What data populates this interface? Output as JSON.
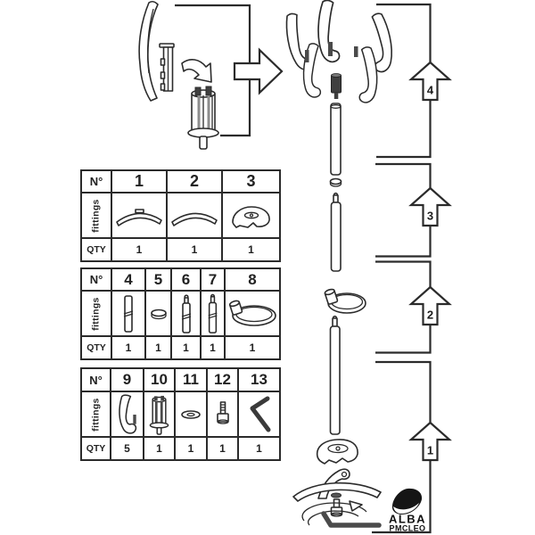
{
  "colors": {
    "line": "#2b2b2b",
    "background": "#ffffff",
    "dark_fill": "#3f3f3f"
  },
  "tables": [
    {
      "no_label": "N°",
      "fittings_label": "fittings",
      "qty_label": "QTY",
      "columns": [
        {
          "no": "1",
          "qty": "1",
          "part": "curved-foot-with-pad"
        },
        {
          "no": "2",
          "qty": "1",
          "part": "curved-foot"
        },
        {
          "no": "3",
          "qty": "1",
          "part": "base-cover-dome"
        }
      ]
    },
    {
      "no_label": "N°",
      "fittings_label": "fittings",
      "qty_label": "QTY",
      "columns": [
        {
          "no": "4",
          "qty": "1",
          "part": "pole-tube"
        },
        {
          "no": "5",
          "qty": "1",
          "part": "spacer-disc"
        },
        {
          "no": "6",
          "qty": "1",
          "part": "pole-tube-with-stud"
        },
        {
          "no": "7",
          "qty": "1",
          "part": "pole-tube-with-stud-long"
        },
        {
          "no": "8",
          "qty": "1",
          "part": "umbrella-ring"
        }
      ]
    },
    {
      "no_label": "N°",
      "fittings_label": "fittings",
      "qty_label": "QTY",
      "columns": [
        {
          "no": "9",
          "qty": "5",
          "part": "coat-hook"
        },
        {
          "no": "10",
          "qty": "1",
          "part": "hook-connector"
        },
        {
          "no": "11",
          "qty": "1",
          "part": "washer"
        },
        {
          "no": "12",
          "qty": "1",
          "part": "screw-bolt"
        },
        {
          "no": "13",
          "qty": "1",
          "part": "allen-key"
        }
      ]
    }
  ],
  "assembly_steps": [
    {
      "number": "4"
    },
    {
      "number": "3"
    },
    {
      "number": "2"
    },
    {
      "number": "1"
    }
  ],
  "logo": {
    "brand": "ALBA",
    "model": "PMCLEO"
  }
}
